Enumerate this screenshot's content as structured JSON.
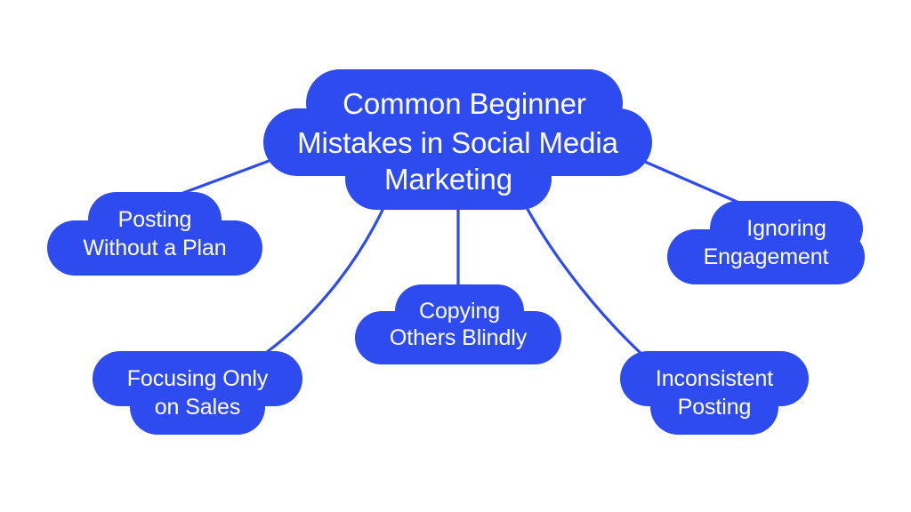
{
  "diagram": {
    "type": "mind-map",
    "background_color": "#ffffff",
    "brand_color": "#2e4bf0",
    "text_color": "#ffffff",
    "connector_color": "#2e4bf0",
    "central": {
      "id": "central",
      "lines": [
        "Common Beginner",
        "Mistakes in Social Media",
        "Marketing"
      ],
      "full_text": "Common Beginner Mistakes in Social Media Marketing"
    },
    "branches": [
      {
        "id": "posting-without-a-plan",
        "lines": [
          "Posting",
          "Without a Plan"
        ],
        "full_text": "Posting Without a Plan",
        "position": "left"
      },
      {
        "id": "ignoring-engagement",
        "lines": [
          "Ignoring",
          "Engagement"
        ],
        "full_text": "Ignoring Engagement",
        "position": "right"
      },
      {
        "id": "copying-others-blindly",
        "lines": [
          "Copying",
          "Others Blindly"
        ],
        "full_text": "Copying Others Blindly",
        "position": "bottom-center"
      },
      {
        "id": "focusing-only-on-sales",
        "lines": [
          "Focusing Only",
          "on Sales"
        ],
        "full_text": "Focusing Only on Sales",
        "position": "bottom-left"
      },
      {
        "id": "inconsistent-posting",
        "lines": [
          "Inconsistent",
          "Posting"
        ],
        "full_text": "Inconsistent Posting",
        "position": "bottom-right"
      }
    ],
    "connectors": [
      {
        "from": "central",
        "to": "posting-without-a-plan",
        "style": "straight"
      },
      {
        "from": "central",
        "to": "ignoring-engagement",
        "style": "straight"
      },
      {
        "from": "central",
        "to": "copying-others-blindly",
        "style": "straight"
      },
      {
        "from": "central",
        "to": "focusing-only-on-sales",
        "style": "curved"
      },
      {
        "from": "central",
        "to": "inconsistent-posting",
        "style": "curved"
      }
    ]
  }
}
